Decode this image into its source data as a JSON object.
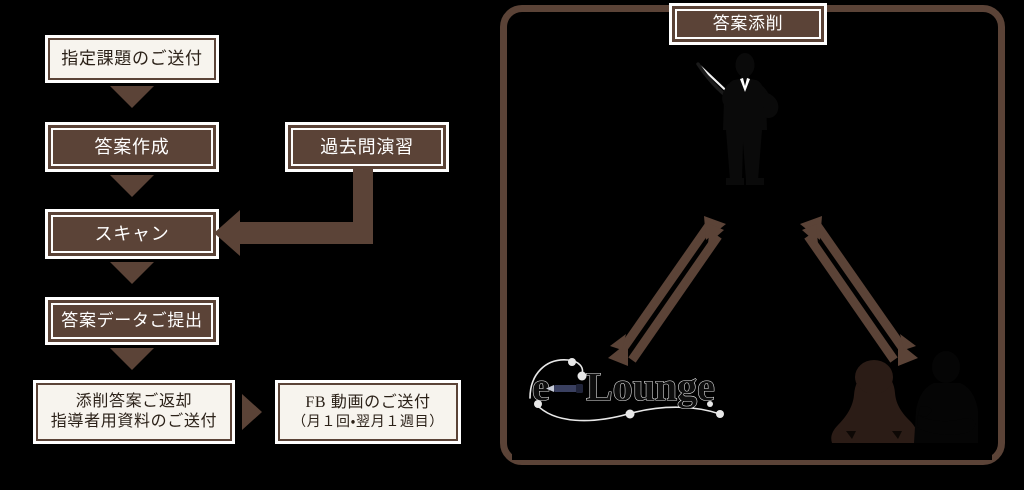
{
  "flow": {
    "steps": [
      {
        "id": "assignment-send",
        "label": "指定課題のご送付",
        "style": "light"
      },
      {
        "id": "answer-create",
        "label": "答案作成",
        "style": "dark"
      },
      {
        "id": "scan",
        "label": "スキャン",
        "style": "dark"
      },
      {
        "id": "answer-data-submit",
        "label": "答案データご提出",
        "style": "dark"
      },
      {
        "id": "past-exam-practice",
        "label": "過去問演習",
        "style": "dark"
      }
    ],
    "result_boxes": [
      {
        "id": "corrected-return",
        "line1": "添削答案ご返却",
        "line2": "指導者用資料のご送付",
        "style": "light"
      },
      {
        "id": "fb-video-send",
        "line1": "FB 動画のご送付",
        "line2": "（月１回・翌月１週目）",
        "style": "light"
      }
    ]
  },
  "stage": {
    "title": "答案添削",
    "logo_text": "e-Lounge",
    "logo_letter": "e",
    "logo_word": "Lounge",
    "figures": {
      "teacher": "teacher-silhouette",
      "student_left": "student-female-silhouette",
      "student_right": "student-male-silhouette"
    },
    "connectors": {
      "left": "double-headed-arrow",
      "right": "double-headed-arrow"
    }
  },
  "colors": {
    "brown": "#5b4337",
    "cream": "#f7f4ee",
    "white": "#ffffff",
    "background": "#000000",
    "text_dark": "#2b2118",
    "logo_pen": "#3a4060"
  }
}
